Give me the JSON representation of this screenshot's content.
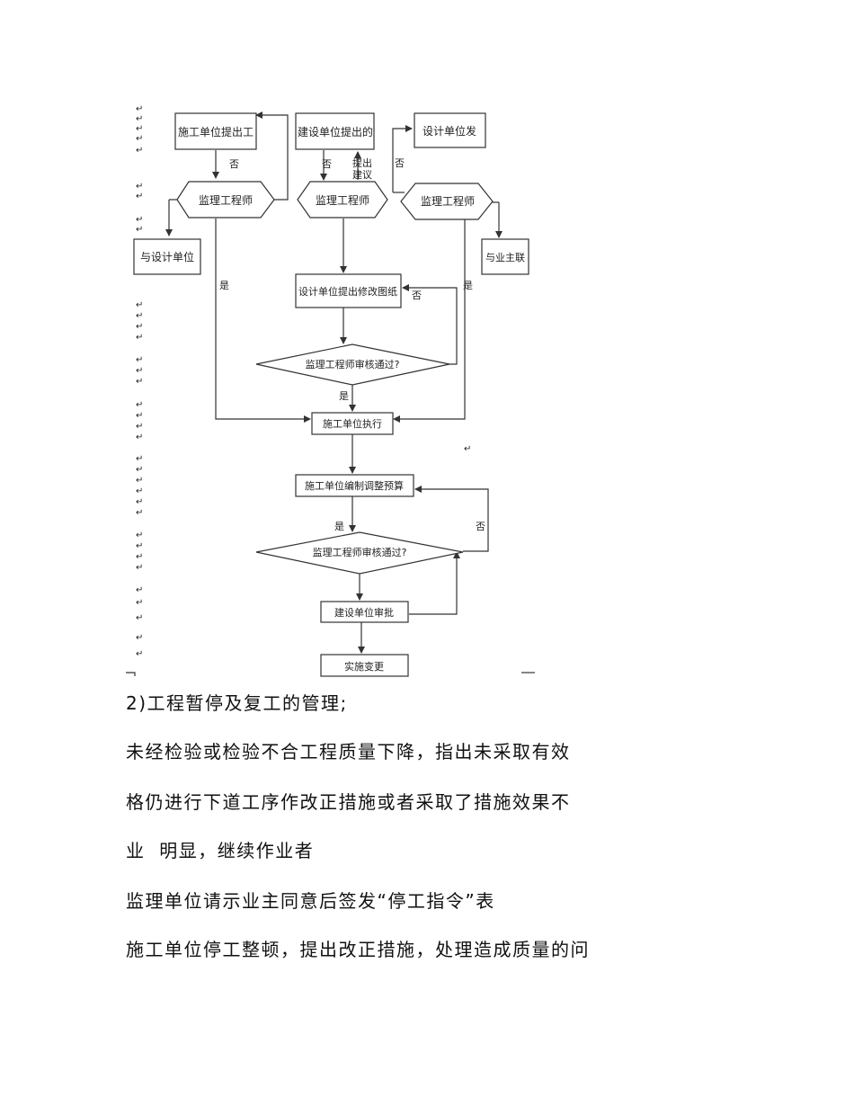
{
  "flowchart": {
    "nodes": {
      "contractor_proposes": "施工单位提出工",
      "owner_proposes": "建设单位提出的",
      "designer_issues": "设计单位发",
      "engineer_left": "监理工程师",
      "engineer_mid": "监理工程师",
      "engineer_right": "监理工程师",
      "with_designer": "与设计单位",
      "with_owner": "与业主联",
      "designer_drawings": "设计单位提出修改图纸",
      "review1": "监理工程师审核通过?",
      "contractor_executes": "施工单位执行",
      "budget": "施工单位编制调整预算",
      "review2": "监理工程师审核通过?",
      "owner_approval": "建设单位审批",
      "implement": "实施变更"
    },
    "labels": {
      "no": "否",
      "yes": "是",
      "suggest_1": "提出",
      "suggest_2": "建议"
    },
    "para_mark": "↵"
  },
  "body_text": {
    "heading": "2)工程暂停及复工的管理;",
    "lines": [
      "未经检验或检验不合工程质量下降，指出未采取有效",
      "格仍进行下道工序作改正措施或者采取了措施效果不",
      "业  明显，继续作业者",
      "监理单位请示业主同意后签发“停工指令”表",
      "施工单位停工整顿，提出改正措施，处理造成质量的问"
    ]
  }
}
